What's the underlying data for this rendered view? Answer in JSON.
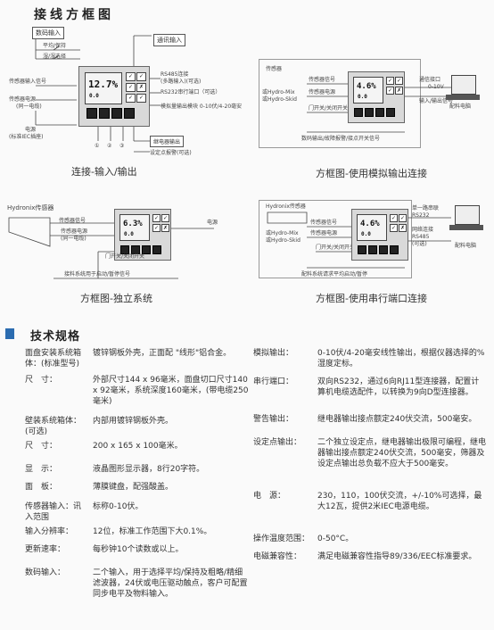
{
  "title": "接线方框图",
  "diagram1": {
    "caption": "连接-输入/输出",
    "labels": {
      "digital_in": "数码输入",
      "in1": "平均/保持",
      "in2": "湿/湿选择",
      "comm_in": "通讯输入",
      "rs485": "RS485连接",
      "rs485b": "(多路输入)(可选)",
      "rs232": "RS232串行端口（可选）",
      "analog": "模拟量输出模块 0-10伏/4-20毫安",
      "sensor_in": "传感器输入信号",
      "sensor_pwr": "传感器电源",
      "sensor_pwr2": "(同一电缆)",
      "power": "电源",
      "iec": "(标准IEC插座)",
      "relay_out": "继电器输出",
      "relay_note": "设定点报警(可选)",
      "n1": "①",
      "n2": "②",
      "n3": "③"
    },
    "lcd": {
      "value": "12.7%",
      "small": "0.0"
    }
  },
  "diagram2": {
    "caption": "方框图-使用模拟输出连接",
    "labels": {
      "sensor": "传感器",
      "hydromix": "或Hydro-Mix",
      "hydroskid": "或Hydro-Skid",
      "sig": "传感器信号",
      "pwr": "传感器电源",
      "relay": "门开关/关闭开关",
      "pc_in": "通信接口",
      "pc_in2": "0-10V",
      "pc_label": "配料电脑",
      "relay_out": "输入/输出信号",
      "bottom": "数码输出/故障报警/接点开关信号"
    },
    "lcd": {
      "value": "4.6%",
      "small": "0.0"
    }
  },
  "diagram3": {
    "caption": "方框图-独立系统",
    "labels": {
      "sensor": "Hydronix传感器",
      "sig": "传感器信号",
      "pwr": "传感器电源",
      "pwr2": "(同一电缆)",
      "mains": "电源",
      "relay": "门开关/关闭开关",
      "bottom": "接料系统用于启动/暂停信号"
    },
    "lcd": {
      "value": "6.3%",
      "small": "0.0"
    }
  },
  "diagram4": {
    "caption": "方框图-使用串行端口连接",
    "labels": {
      "sensor": "Hydronix传感器",
      "hydromix": "或Hydro-Mix",
      "hydroskid": "或Hydro-Skid",
      "sig": "传感器信号",
      "pwr": "传感器电源",
      "relay": "门开关/关闭开关",
      "rs232": "单一路串联",
      "rs232b": "RS232",
      "rs485": "网络连接",
      "rs485b": "RS485",
      "rs485c": "(可选)",
      "pc_label": "配料电脑",
      "bottom": "配料系统请求平均启动/暂停"
    },
    "lcd": {
      "value": "4.6%",
      "small": "0.0"
    }
  },
  "specs": {
    "section_title": "技术规格",
    "left": [
      {
        "key": "面盘安装系统箱体：(标准型号)",
        "value": "镀锌钢板外壳，正面配 \"线形\"铝合金。"
      },
      {
        "key": "尺　寸：",
        "value": "外部尺寸144 x 96毫米，面盘切口尺寸140 x 92毫米，系统深度160毫米，(带电缆250毫米)"
      },
      {
        "key": "壁装系统箱体：(可选)",
        "value": "内部用镀锌钢板外壳。"
      },
      {
        "key": "尺　寸：",
        "value": "200 x 165 x 100毫米。"
      },
      {
        "key": "显　示：",
        "value": "液晶图形显示器，8行20字符。"
      },
      {
        "key": "面　板：",
        "value": "薄膜键盘，配强酸盖。"
      },
      {
        "key": "传感器输入：讯入范围",
        "value": "标称0-10伏。"
      },
      {
        "key": "输入分辨率：",
        "value": "12位，标准工作范围下大0.1%。"
      },
      {
        "key": "更新速率：",
        "value": "每秒钟10个读数或以上。"
      },
      {
        "key": "数码输入：",
        "value": "二个输入，用于选择平均/保持及粗略/精细滤波器，24伏或电压驱动触点，客户可配置同步电平及物料输入。"
      }
    ],
    "right": [
      {
        "key": "模拟输出：",
        "value": "0-10伏/4-20毫安线性输出，根据仪器选择的%湿度定标。"
      },
      {
        "key": "串行端口：",
        "value": "双向RS232，通过6向RJ11型连接器，配置计算机电缆选配件，以转换为9向D型连接器。"
      },
      {
        "key": "警告输出：",
        "value": "继电器输出接点额定240伏交流，500毫安。"
      },
      {
        "key": "设定点输出：",
        "value": "二个独立设定点，继电器输出极限可编程，继电器输出接点额定240伏交流，500毫安，筛器及设定点输出总负载不应大于500毫安。"
      },
      {
        "key": "电　源：",
        "value": "230，110，100伏交流，+/-10%可选择，最大12瓦，提供2米IEC电源电缆。"
      },
      {
        "key": "操作温度范围：",
        "value": "0-50°C。"
      },
      {
        "key": "电磁兼容性：",
        "value": "满足电磁兼容性指导89/336/EEC标准要求。"
      }
    ]
  }
}
